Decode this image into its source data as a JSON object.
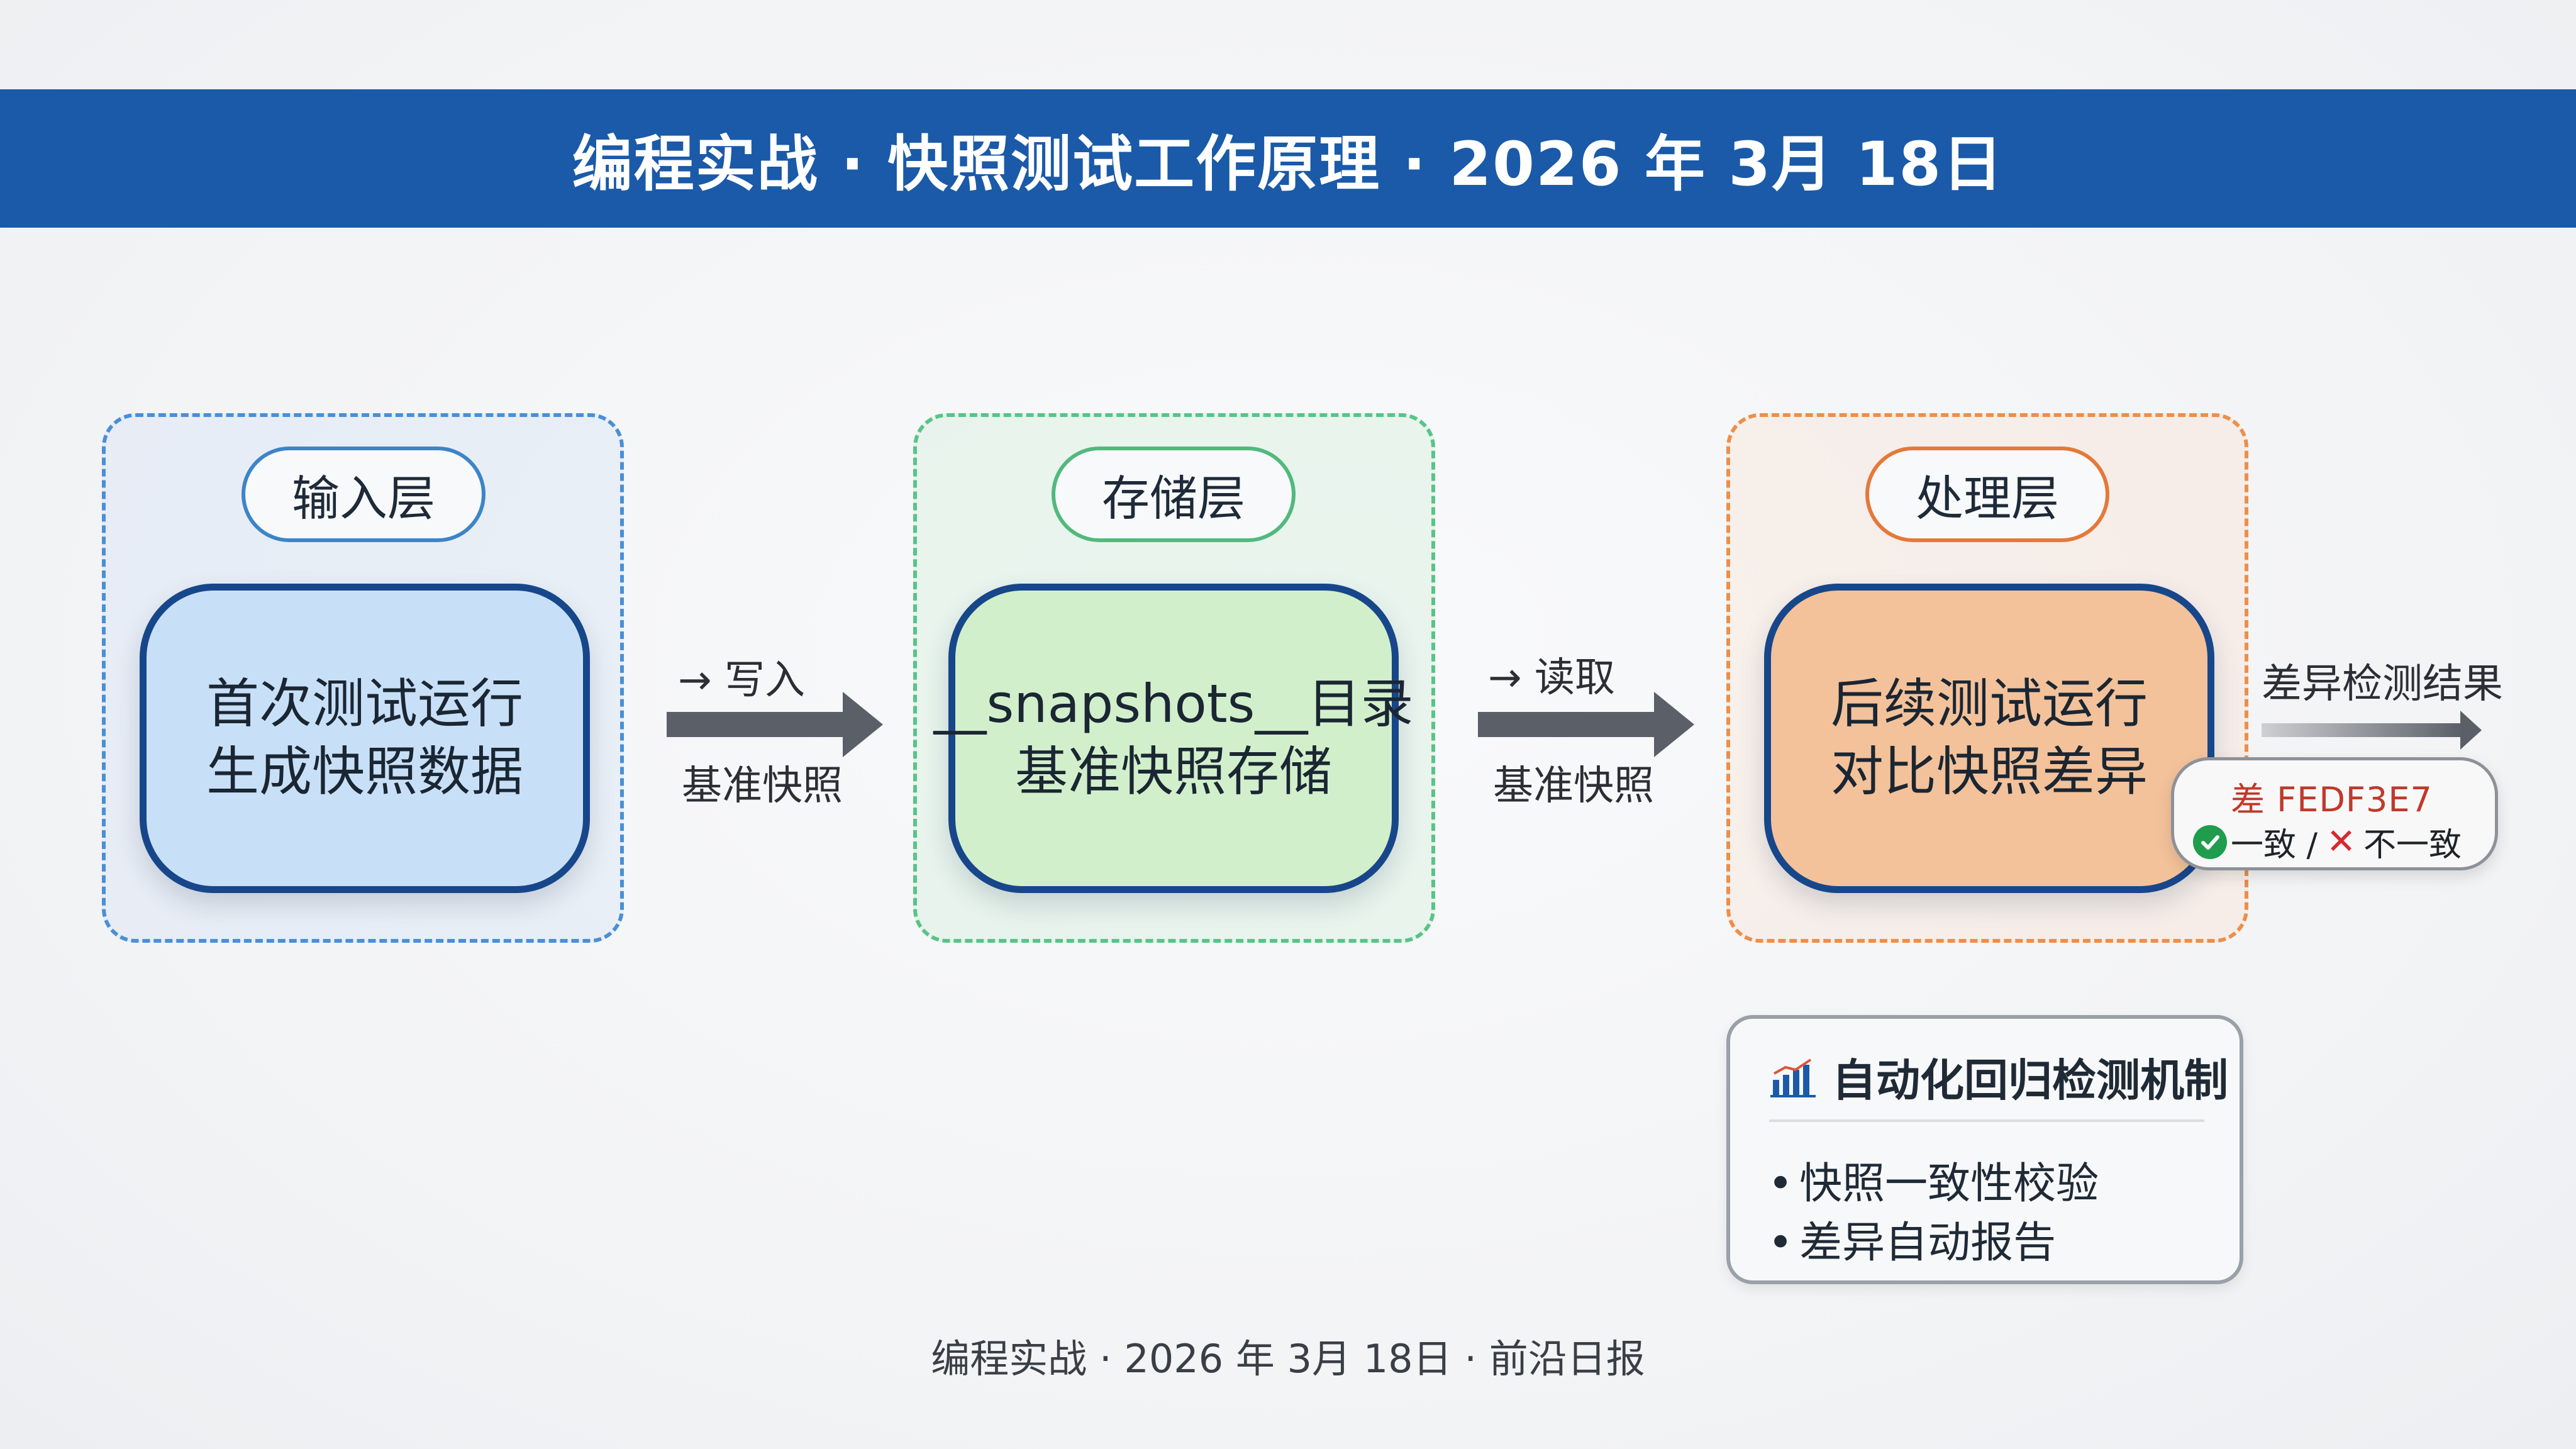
{
  "header": {
    "title": "编程实战 · 快照测试工作原理 · 2026 年 3月 18日"
  },
  "layers": [
    {
      "label": "输入层",
      "lines": [
        "首次测试运行",
        "生成快照数据"
      ],
      "color": "#4a8fd6"
    },
    {
      "label": "存储层",
      "lines": [
        "__snapshots__目录",
        "基准快照存储"
      ],
      "color": "#58c487"
    },
    {
      "label": "处理层",
      "lines": [
        "后续测试运行",
        "对比快照差异"
      ],
      "color": "#ec8f4a"
    }
  ],
  "arrows": [
    {
      "top_label": "→ 写入",
      "bottom_label": "基准快照"
    },
    {
      "top_label": "→ 读取",
      "bottom_label": "基准快照"
    },
    {
      "top_label": "差异检测结果"
    }
  ],
  "diff_badge": {
    "code": "差 FEDF3E7",
    "match_label": "一致 /",
    "mismatch_label": "不一致"
  },
  "mechanism": {
    "title": "自动化回归检测机制",
    "items": [
      "快照一致性校验",
      "差异自动报告"
    ]
  },
  "footer": {
    "text": "编程实战 · 2026 年 3月 18日 · 前沿日报"
  }
}
